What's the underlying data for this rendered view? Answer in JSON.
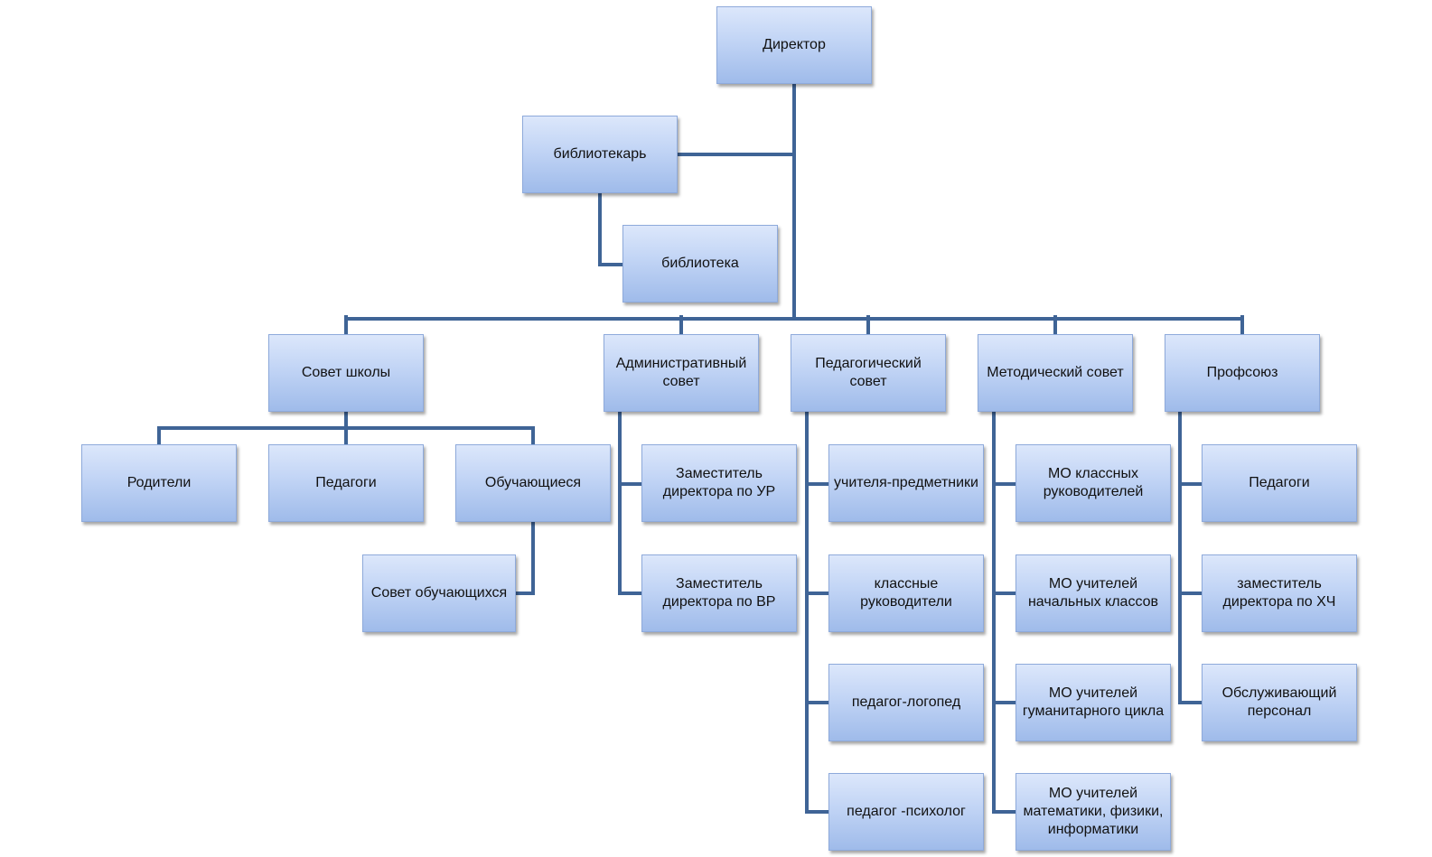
{
  "colors": {
    "connector": "#3f6496",
    "box_top": "#dce7fb",
    "box_bottom": "#9fbbea",
    "box_border": "#8eaadb"
  },
  "nodes": {
    "director": "Директор",
    "librarian": "библиотекарь",
    "library": "библиотека",
    "school_council": "Совет школы",
    "admin_council": "Административный совет",
    "ped_council": "Педагогический совет",
    "method_council": "Методический совет",
    "union": "Профсоюз",
    "parents": "Родители",
    "teachers": "Педагоги",
    "students": "Обучающиеся",
    "student_council": "Совет обучающихся",
    "deputy_ur": "Заместитель директора по УР",
    "deputy_vr": "Заместитель директора по ВР",
    "subject_teachers": "учителя-предметники",
    "class_teachers": "классные руководители",
    "speech_therapist": "педагог-логопед",
    "psychologist": "педагог -психолог",
    "mo_class": "МО классных руководителей",
    "mo_primary": "МО учителей начальных классов",
    "mo_humanities": "МО учителей гуманитарного цикла",
    "mo_math": "МО учителей математики, физики, информатики",
    "union_teachers": "Педагоги",
    "deputy_hch": "заместитель директора по ХЧ",
    "service_staff": "Обслуживающий персонал"
  }
}
